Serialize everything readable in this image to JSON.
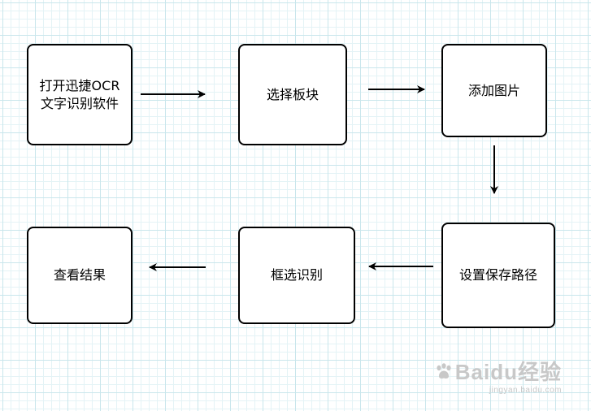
{
  "nodes": {
    "open_ocr": "打开迅捷OCR\n文字识别软件",
    "select_module": "选择板块",
    "add_image": "添加图片",
    "set_save_path": "设置保存路径",
    "box_select_recognize": "框选识别",
    "view_result": "查看结果"
  },
  "watermark": {
    "brand": "Baidu经验",
    "url": "jingyan.baidu.com"
  }
}
